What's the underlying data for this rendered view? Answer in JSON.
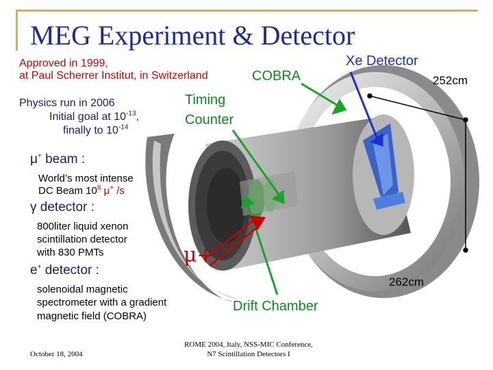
{
  "title": "MEG Experiment & Detector",
  "approved": {
    "line1": "Approved in 1999,",
    "line2": "at Paul Scherrer Institut, in Switzerland"
  },
  "physics_run": {
    "line1": "Physics run in 2006",
    "line2_pre": "Initial goal at 10",
    "line2_exp": "-13",
    "line2_post": ",",
    "line3_pre": "finally to 10",
    "line3_exp": "-14"
  },
  "labels": {
    "cobra": "COBRA",
    "xe_detector": "Xe Detector",
    "timing_counter_1": "Timing",
    "timing_counter_2": "Counter",
    "drift_chamber": "Drift  Chamber",
    "mu_plus": "μ+",
    "dim_252": "252cm",
    "dim_262": "262cm"
  },
  "sections": {
    "mu_beam": {
      "symbol": "μ",
      "sup": "+",
      "heading": " beam :",
      "line1": "World’s most intense",
      "line2_pre": "DC Beam 10",
      "line2_exp": "8",
      "line2_mid": " μ",
      "line2_sup": "+",
      "line2_post": " /s"
    },
    "gamma_detector": {
      "heading": "γ detector :",
      "line1": "800liter liquid xenon",
      "line2": "scintillation detector",
      "line3": "with 830 PMTs"
    },
    "e_detector": {
      "symbol": "e",
      "sup": "+",
      "heading": " detector :",
      "line1": "solenoidal magnetic",
      "line2": "spectrometer with a gradient",
      "line3": "magnetic field (COBRA)"
    }
  },
  "footer": {
    "date": "October 18, 2004",
    "conf_line1": "ROME 2004, Italy, NSS-MIC Conference,",
    "conf_line2": "N7 Scintillation Detectors I"
  },
  "colors": {
    "title": "#1f2a96",
    "red_text": "#cc0000",
    "green_arrow": "#1ba32a",
    "blue_arrow": "#1a2fcf",
    "frame": "#c9b265"
  }
}
